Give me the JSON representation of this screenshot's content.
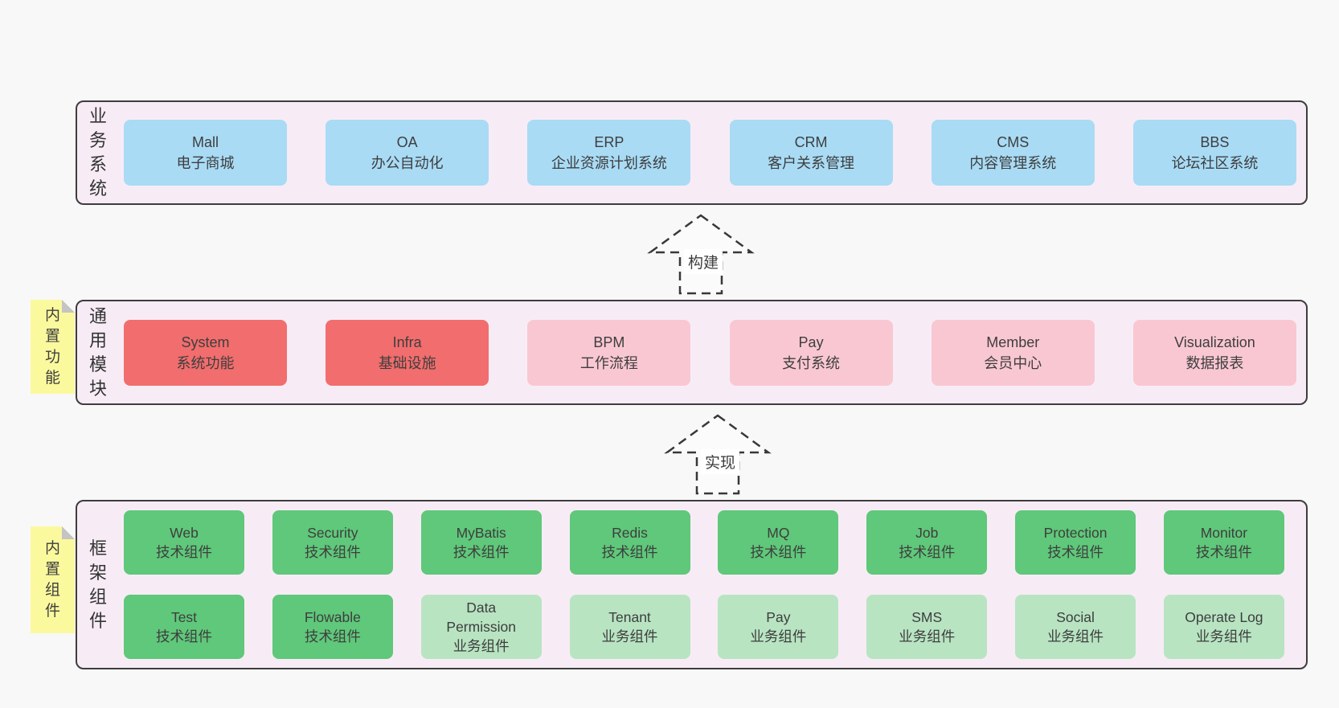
{
  "colors": {
    "page_bg": "#f8f8f8",
    "panel_bg": "#f7ecf5",
    "panel_border": "#3d3d3d",
    "box_blue": "#a9dbf5",
    "box_red": "#f26d6d",
    "box_pink": "#f9c7d2",
    "box_green": "#5fc87a",
    "box_green_light": "#b8e4c2",
    "note_yellow": "#fbf99d",
    "note_fold_gray": "#c4c4c4",
    "text": "#3e3e3e"
  },
  "arrows": [
    {
      "label": "构建"
    },
    {
      "label": "实现"
    }
  ],
  "sections": [
    {
      "label": "业务系统",
      "rows": [
        [
          {
            "title": "Mall",
            "subtitle": "电子商城",
            "variant": "blue"
          },
          {
            "title": "OA",
            "subtitle": "办公自动化",
            "variant": "blue"
          },
          {
            "title": "ERP",
            "subtitle": "企业资源计划系统",
            "variant": "blue"
          },
          {
            "title": "CRM",
            "subtitle": "客户关系管理",
            "variant": "blue"
          },
          {
            "title": "CMS",
            "subtitle": "内容管理系统",
            "variant": "blue"
          },
          {
            "title": "BBS",
            "subtitle": "论坛社区系统",
            "variant": "blue"
          }
        ]
      ]
    },
    {
      "label": "通用模块",
      "note": "内置功能",
      "rows": [
        [
          {
            "title": "System",
            "subtitle": "系统功能",
            "variant": "red"
          },
          {
            "title": "Infra",
            "subtitle": "基础设施",
            "variant": "red"
          },
          {
            "title": "BPM",
            "subtitle": "工作流程",
            "variant": "pink"
          },
          {
            "title": "Pay",
            "subtitle": "支付系统",
            "variant": "pink"
          },
          {
            "title": "Member",
            "subtitle": "会员中心",
            "variant": "pink"
          },
          {
            "title": "Visualization",
            "subtitle": "数据报表",
            "variant": "pink"
          }
        ]
      ]
    },
    {
      "label": "框架组件",
      "note": "内置组件",
      "rows": [
        [
          {
            "title": "Web",
            "subtitle": "技术组件",
            "variant": "green"
          },
          {
            "title": "Security",
            "subtitle": "技术组件",
            "variant": "green"
          },
          {
            "title": "MyBatis",
            "subtitle": "技术组件",
            "variant": "green"
          },
          {
            "title": "Redis",
            "subtitle": "技术组件",
            "variant": "green"
          },
          {
            "title": "MQ",
            "subtitle": "技术组件",
            "variant": "green"
          },
          {
            "title": "Job",
            "subtitle": "技术组件",
            "variant": "green"
          },
          {
            "title": "Protection",
            "subtitle": "技术组件",
            "variant": "green"
          },
          {
            "title": "Monitor",
            "subtitle": "技术组件",
            "variant": "green"
          }
        ],
        [
          {
            "title": "Test",
            "subtitle": "技术组件",
            "variant": "green"
          },
          {
            "title": "Flowable",
            "subtitle": "技术组件",
            "variant": "green"
          },
          {
            "title": "Data Permission",
            "subtitle": "业务组件",
            "variant": "green-light"
          },
          {
            "title": "Tenant",
            "subtitle": "业务组件",
            "variant": "green-light"
          },
          {
            "title": "Pay",
            "subtitle": "业务组件",
            "variant": "green-light"
          },
          {
            "title": "SMS",
            "subtitle": "业务组件",
            "variant": "green-light"
          },
          {
            "title": "Social",
            "subtitle": "业务组件",
            "variant": "green-light"
          },
          {
            "title": "Operate Log",
            "subtitle": "业务组件",
            "variant": "green-light"
          }
        ]
      ]
    }
  ]
}
